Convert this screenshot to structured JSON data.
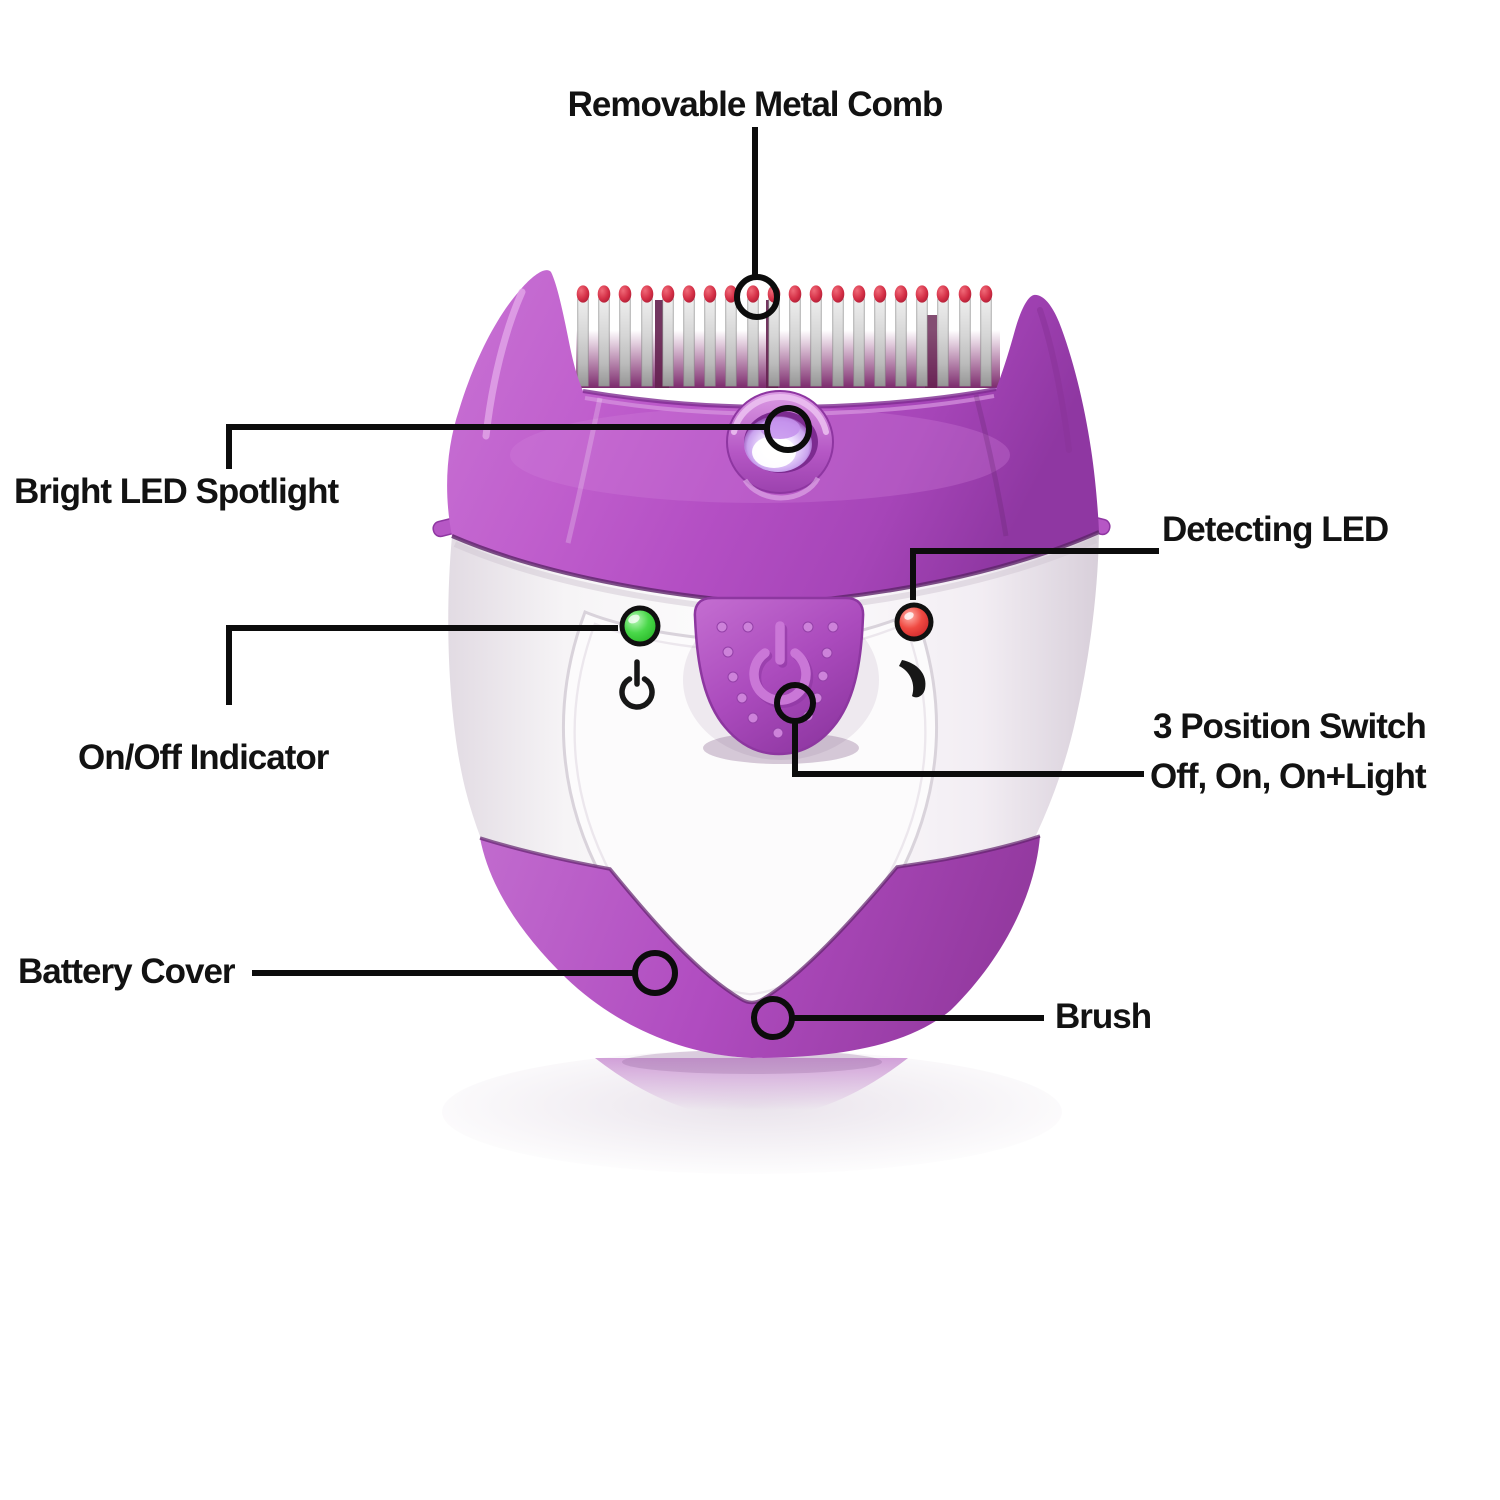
{
  "annotations": {
    "comb": "Removable Metal Comb",
    "spotlight": "Bright LED Spotlight",
    "detecting": "Detecting LED",
    "onoff": "On/Off Indicator",
    "switch_title": "3 Position Switch",
    "switch_positions": "Off, On, On+Light",
    "battery": "Battery Cover",
    "brush": "Brush"
  },
  "icons": {
    "power_button_icon": "⏻",
    "power_indicator_icon": "⏻",
    "detect_flash_icon": "❜"
  },
  "colors": {
    "purple_head": "#b751c6",
    "purple_dark": "#9238a4",
    "purple_light": "#d795e0",
    "purple_button": "#a849bb",
    "body_white": "#f8f6f8",
    "comb_metal": "#c9c9c9",
    "comb_tip_red": "#c9293d",
    "led_green": "#2fc82f",
    "led_red": "#ea3530",
    "annotation_black": "#0c0c0c"
  }
}
